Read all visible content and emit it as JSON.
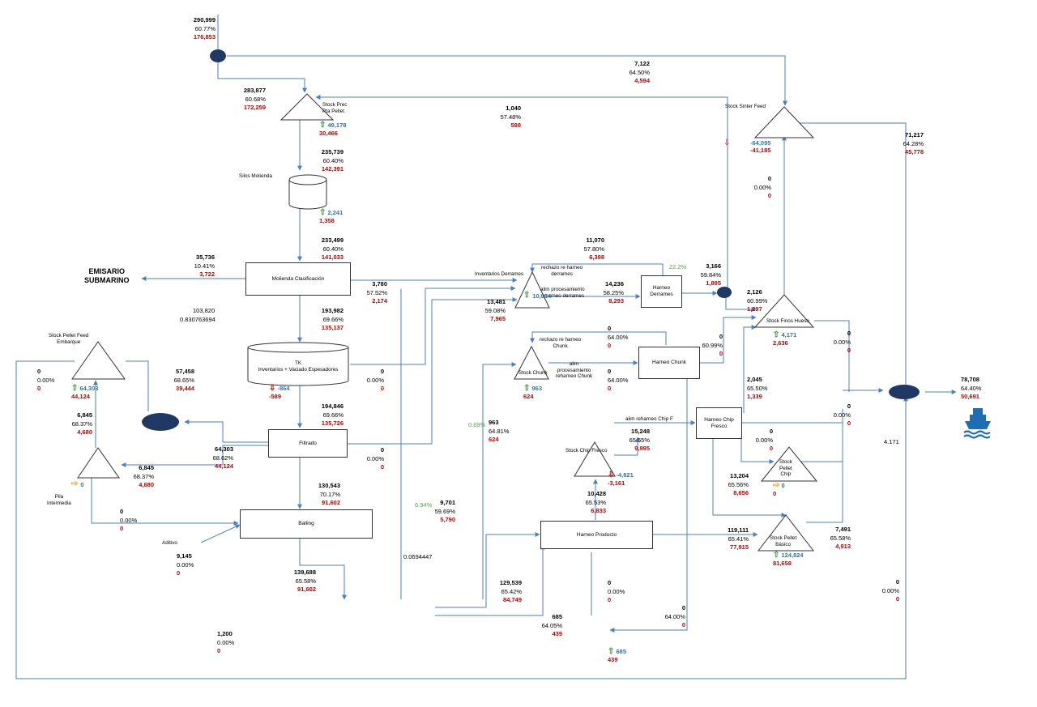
{
  "emisario": {
    "line1": "EMISARIO",
    "line2": "SUBMARINO"
  },
  "nodes": {
    "stock_prec": {
      "line1": "Stock Prec",
      "line2": "Pta Pellet"
    },
    "silos": "Silos Molienda",
    "molienda": "Molienda Clasificación",
    "tk": {
      "line1": "TK",
      "line2": "Inventarios + Vaciado Espesadores"
    },
    "filtrado": "Filtrado",
    "balling": "Balling",
    "aditivo": "Aditivo",
    "stock_pellet_feed": {
      "line1": "Stock Pellet Feed",
      "line2": "Embarque"
    },
    "pila": {
      "line1": "Pila",
      "line2": "Intermedia"
    },
    "inv_derrames": "Inventarios Derrames",
    "rechazo_derrames": {
      "line1": "rechazo re harneo",
      "line2": "derrames"
    },
    "alim_derrames": {
      "line1": "alim procesamiento",
      "line2": "reharneo derrames"
    },
    "harneo_derrames": {
      "line1": "Harneo",
      "line2": "Derrames"
    },
    "rechazo_chunk": {
      "line1": "rechazo re harneo",
      "line2": "Chunk"
    },
    "stock_chunk": "Stock Chunk",
    "alim_chunk": {
      "line1": "alim",
      "line2": "procesamiento",
      "line3": "reharneo Chunk"
    },
    "harneo_chunk": "Harneo Chunk",
    "alim_reharneo_chip": "alim  reharneo Chip F",
    "harneo_chip": {
      "line1": "Harneo Chip",
      "line2": "Fresco"
    },
    "stock_chip_fresco": "Stock Chip Fresco",
    "harneo_producto": "Harneo Producto",
    "stock_pellet_chip": {
      "line1": "Stock",
      "line2": "Pellet",
      "line3": "Chip"
    },
    "stock_pellet_basico": {
      "line1": "Stock Pellet",
      "line2": "Básico"
    },
    "stock_finos": "Stock Finos Hueso",
    "stock_sinter": "Stock Sinter Feed"
  },
  "flows": {
    "feed_top": {
      "t": "290,999",
      "g": "60.77%",
      "c": "176,853"
    },
    "to_stock_prec": {
      "t": "283,877",
      "g": "60.68%",
      "c": "172,259"
    },
    "stock_prec_out": {
      "t": "235,739",
      "g": "60.40%",
      "c": "142,391"
    },
    "sinter_bypass": {
      "t": "7,122",
      "g": "64.50%",
      "c": "4,594"
    },
    "return_line": {
      "t": "1,040",
      "g": "57.48%",
      "c": "598"
    },
    "silos_out": {
      "t": "233,499",
      "g": "60.40%",
      "c": "141,033"
    },
    "to_emisario": {
      "t": "35,736",
      "g": "10.41%",
      "c": "3,722"
    },
    "molienda_right": {
      "t": "3,780",
      "g": "57.52%",
      "c": "2,174"
    },
    "molienda_out": {
      "t": "193,982",
      "g": "69.66%",
      "c": "135,137"
    },
    "tk_right": {
      "t": "0",
      "g": "0.00%",
      "c": "0"
    },
    "tk_out": {
      "t": "194,846",
      "g": "69.66%",
      "c": "135,726"
    },
    "to_spf": {
      "t": "57,458",
      "g": "68.65%",
      "c": "39,444"
    },
    "spf_left": {
      "t": "0",
      "g": "0.00%",
      "c": "0"
    },
    "pila_to_spf": {
      "t": "6,845",
      "g": "68.37%",
      "c": "4,680"
    },
    "filtrado_left": {
      "t": "64,303",
      "g": "68.62%",
      "c": "44,124"
    },
    "to_pila": {
      "t": "6,845",
      "g": "68.37%",
      "c": "4,680"
    },
    "filtrado_right": {
      "t": "0",
      "g": "0.00%",
      "c": "0"
    },
    "filtrado_out": {
      "t": "130,543",
      "g": "70.17%",
      "c": "91,602"
    },
    "pila_to_balling": {
      "t": "0",
      "g": "0.00%",
      "c": "0"
    },
    "aditivo": {
      "t": "9,145",
      "g": "0.00%",
      "c": "0"
    },
    "balling_out": {
      "t": "139,688",
      "g": "65.58%",
      "c": "91,602"
    },
    "bottom_left": {
      "t": "1,200",
      "g": "0.00%",
      "c": "0"
    },
    "harneo_derr_in": {
      "t": "11,070",
      "g": "57.80%",
      "c": "6,398"
    },
    "alim_derr": {
      "t": "14,236",
      "g": "58.25%",
      "c": "8,293"
    },
    "derr_tri_out": {
      "t": "13,481",
      "g": "59.08%",
      "c": "7,965"
    },
    "derr_to_node": {
      "t": "3,166",
      "g": "59.84%",
      "c": "1,895"
    },
    "chunk_rechazo": {
      "t": "0",
      "g": "64.00%",
      "c": "0"
    },
    "chunk_alim": {
      "t": "0",
      "g": "64.00%",
      "c": "0"
    },
    "chunk_right": {
      "t": "0",
      "g": "60.99%",
      "c": "0"
    },
    "chunk_down": {
      "t": "963",
      "g": "64.81%",
      "c": "624"
    },
    "chip_to_finos": {
      "t": "2,045",
      "g": "65.50%",
      "c": "1,339"
    },
    "chip_to_spc": {
      "t": "0",
      "g": "0.00%",
      "c": "0"
    },
    "chip_fresco_in": {
      "t": "15,248",
      "g": "65.55%",
      "c": "9,995"
    },
    "to_spb_left": {
      "t": "13,204",
      "g": "65.56%",
      "c": "8,656"
    },
    "hp_to_scf": {
      "t": "10,428",
      "g": "65.53%",
      "c": "6,833"
    },
    "left_mid": {
      "t": "9,701",
      "g": "59.69%",
      "c": "5,790"
    },
    "hp_in": {
      "t": "129,539",
      "g": "65.42%",
      "c": "84,749"
    },
    "hp_out": {
      "t": "119,111",
      "g": "65.41%",
      "c": "77,915"
    },
    "hp_under": {
      "t": "0",
      "g": "0.00%",
      "c": "0"
    },
    "hp_bottom": {
      "t": "685",
      "g": "64.05%",
      "c": "439"
    },
    "right_bottom_chunk": {
      "t": "0",
      "g": "64.00%",
      "c": "0"
    },
    "finos_out": {
      "t": "2,126",
      "g": "60.99%",
      "c": "1,297"
    },
    "finos_right": {
      "t": "0",
      "g": "0.00%",
      "c": "0"
    },
    "sinter_mid": {
      "t": "0",
      "g": "0.00%",
      "c": "0"
    },
    "sinter_out": {
      "t": "71,217",
      "g": "64.28%",
      "c": "45,778"
    },
    "right_col_1": {
      "t": "0",
      "g": "0.00%",
      "c": "0"
    },
    "spb_out": {
      "t": "7,491",
      "g": "65.58%",
      "c": "4,913"
    },
    "right_col_bottom": {
      "t": "0",
      "g": "0.00%",
      "c": "0"
    },
    "final": {
      "t": "78,708",
      "g": "64.40%",
      "c": "50,691"
    }
  },
  "inventory": {
    "stock_prec": {
      "t": "49,178",
      "c": "30,466"
    },
    "silos": {
      "t": "2,241",
      "c": "1,358"
    },
    "tk": {
      "t": "-864",
      "c": "-589"
    },
    "spf": {
      "t": "64,303",
      "c": "44,124"
    },
    "pila": {
      "t": "0"
    },
    "derrames": {
      "t": "10,314"
    },
    "chunk": {
      "t": "963",
      "c": "624"
    },
    "chip_fresco": {
      "t": "-4,821",
      "c": "-3,161"
    },
    "finos": {
      "t": "4,171",
      "c": "2,636"
    },
    "sinter": {
      "t": "-64,095",
      "c": "-41,185"
    },
    "spc": {
      "t": "0",
      "c": "0"
    },
    "spb": {
      "t": "124,824",
      "c": "81,658"
    },
    "bottom": {
      "t": "685",
      "c": "439"
    }
  },
  "misc": {
    "v103": "103,820",
    "v083": "0.830763694",
    "v4171": "4.171",
    "v0069": "0.0694447",
    "pct_222": "22.2%",
    "pct_069": "0.69%",
    "pct_694": "6.94%"
  },
  "colors": {
    "line": "#4a7ec8",
    "node": "#1f3864",
    "red": "#c00000",
    "blue": "#2e75b6",
    "green": "#4ea84e",
    "ship": "#1f6eb5"
  },
  "icons": {
    "ship": "ship-icon",
    "up": "arrow-up-icon",
    "down": "arrow-down-icon",
    "side": "arrow-right-icon"
  }
}
